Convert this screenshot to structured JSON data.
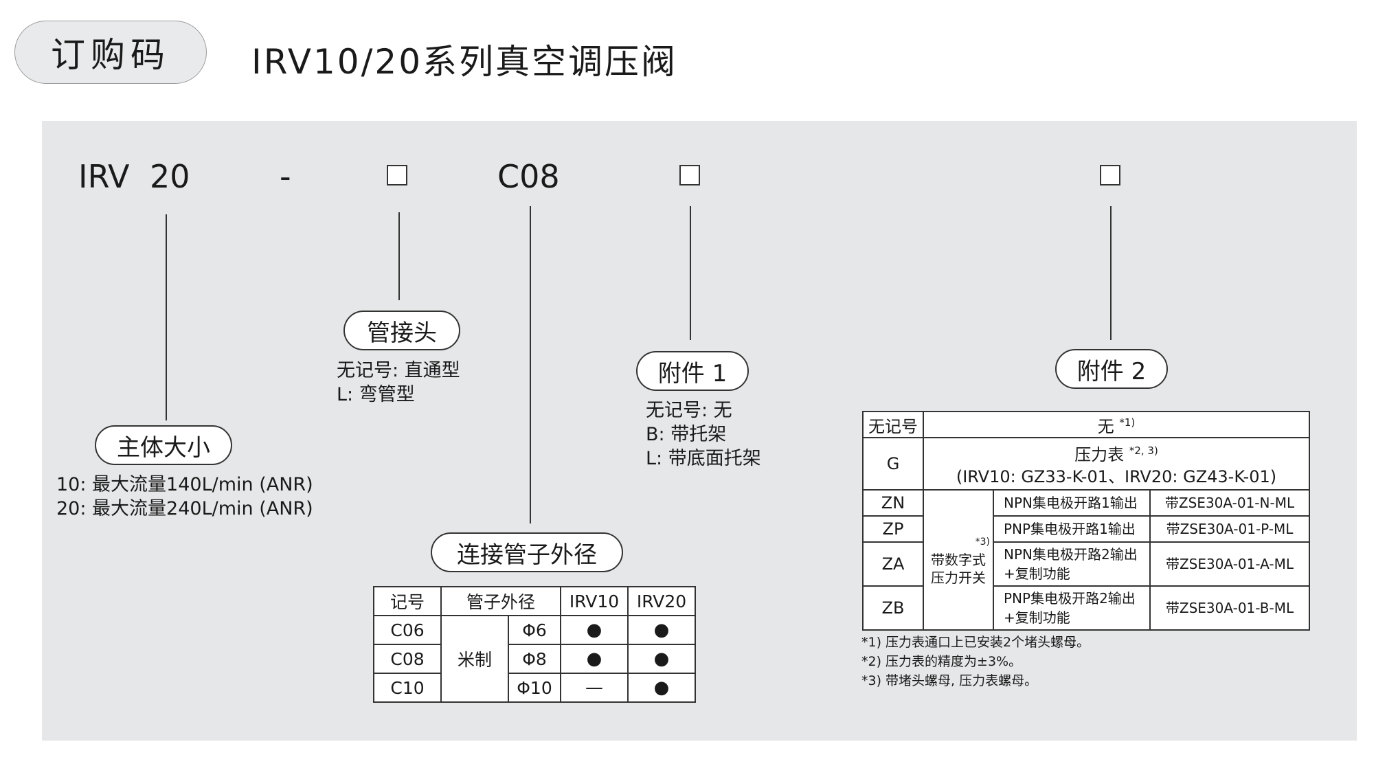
{
  "header": {
    "badge": "订购码",
    "title": "IRV10/20系列真空调压阀"
  },
  "code_row": {
    "c1": "IRV",
    "c2": "20",
    "dash": "-",
    "c3": "C08"
  },
  "body_size": {
    "label": "主体大小",
    "lines": [
      "10: 最大流量140L/min (ANR)",
      "20: 最大流量240L/min (ANR)"
    ]
  },
  "fitting": {
    "label": "管接头",
    "lines": [
      "无记号: 直通型",
      "L: 弯管型"
    ]
  },
  "accessory1": {
    "label": "附件 1",
    "lines": [
      "无记号: 无",
      "B: 带托架",
      "L: 带底面托架"
    ]
  },
  "tube_od": {
    "label": "连接管子外径",
    "headers": [
      "记号",
      "管子外径",
      "IRV10",
      "IRV20"
    ],
    "metric_label": "米制",
    "rows": [
      {
        "code": "C06",
        "size": "Φ6",
        "irv10": "●",
        "irv20": "●"
      },
      {
        "code": "C08",
        "size": "Φ8",
        "irv10": "●",
        "irv20": "●"
      },
      {
        "code": "C10",
        "size": "Φ10",
        "irv10": "—",
        "irv20": "●"
      }
    ]
  },
  "accessory2": {
    "label": "附件 2",
    "none_code": "无记号",
    "none_text": "无",
    "none_note": "*1)",
    "g_code": "G",
    "g_line1": "压力表",
    "g_note": "*2, 3)",
    "g_line2": "(IRV10: GZ33-K-01、IRV20: GZ43-K-01)",
    "switch_note": "*3)",
    "switch_line1": "带数字式",
    "switch_line2": "压力开关",
    "rows": [
      {
        "code": "ZN",
        "desc1": "NPN集电极开路1输出",
        "desc2": "",
        "model": "带ZSE30A-01-N-ML"
      },
      {
        "code": "ZP",
        "desc1": "PNP集电极开路1输出",
        "desc2": "",
        "model": "带ZSE30A-01-P-ML"
      },
      {
        "code": "ZA",
        "desc1": "NPN集电极开路2输出",
        "desc2": "+复制功能",
        "model": "带ZSE30A-01-A-ML"
      },
      {
        "code": "ZB",
        "desc1": "PNP集电极开路2输出",
        "desc2": "+复制功能",
        "model": "带ZSE30A-01-B-ML"
      }
    ],
    "footnotes": [
      "*1) 压力表通口上已安装2个堵头螺母。",
      "*2) 压力表的精度为±3%。",
      "*3) 带堵头螺母, 压力表螺母。"
    ]
  }
}
